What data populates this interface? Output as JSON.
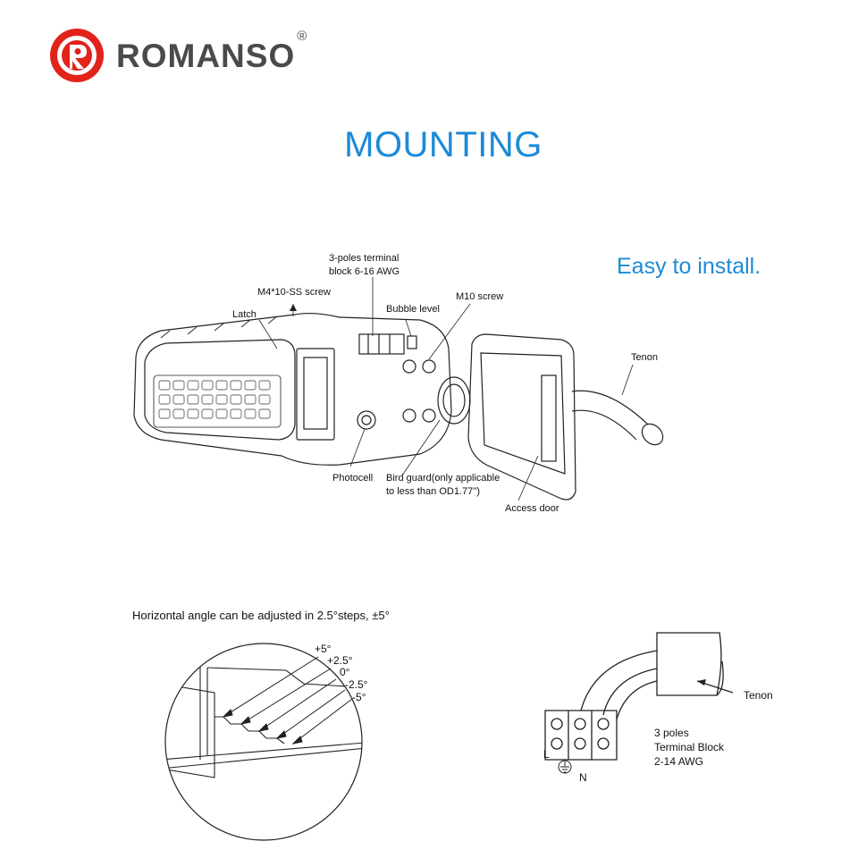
{
  "brand": {
    "name": "ROMANSO",
    "registered_mark": "®",
    "logo_letter": "R"
  },
  "page": {
    "title": "MOUNTING",
    "tagline": "Easy to install."
  },
  "main_diagram": {
    "labels": {
      "terminal_block_line1": "3-poles terminal",
      "terminal_block_line2": "block 6-16 AWG",
      "screw_small": "M4*10-SS screw",
      "latch": "Latch",
      "bubble_level": "Bubble level",
      "screw_m10": "M10 screw",
      "tenon": "Tenon",
      "photocell": "Photocell",
      "bird_guard_line1": "Bird guard(only applicable",
      "bird_guard_line2": "to less than OD1.77'')",
      "access_door": "Access door"
    }
  },
  "tilt_diagram": {
    "caption": "Horizontal angle can be adjusted in 2.5°steps, ±5°",
    "angles": [
      "+5°",
      "+2.5°",
      "0°",
      "-2.5°",
      "-5°"
    ]
  },
  "terminal_diagram": {
    "tenon_label": "Tenon",
    "block_line1": "3 poles",
    "block_line2": "Terminal Block",
    "block_line3": "2-14 AWG",
    "L": "L",
    "N": "N"
  }
}
